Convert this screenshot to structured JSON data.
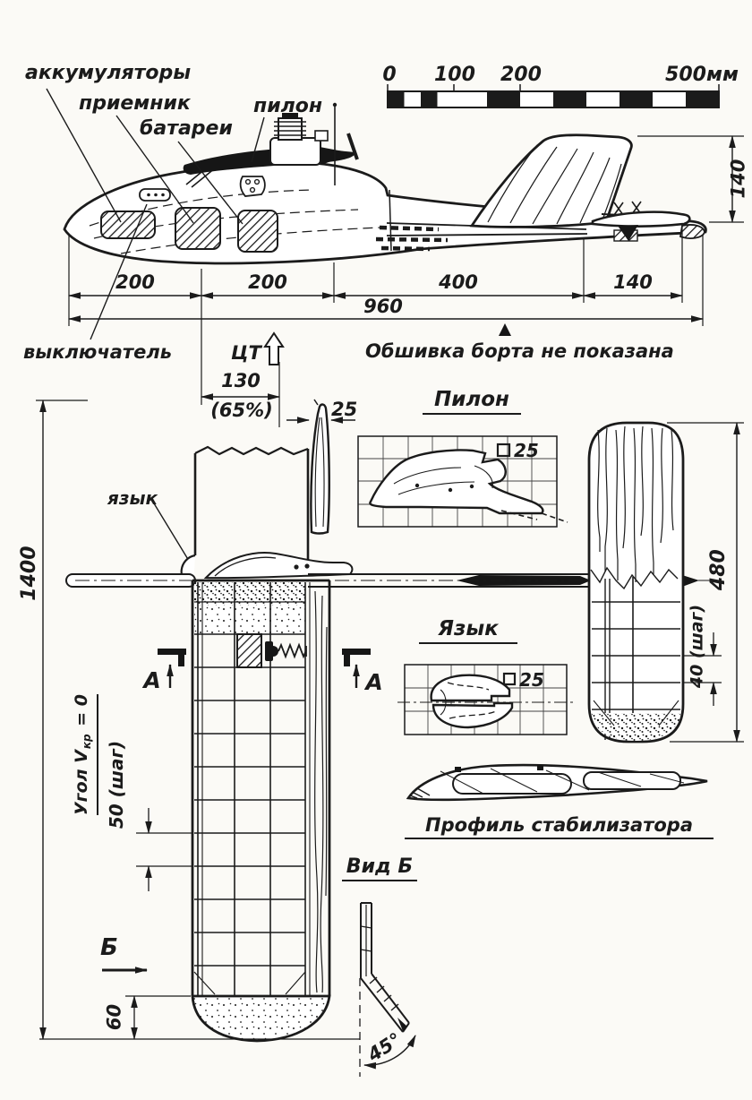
{
  "side_view": {
    "callouts": {
      "accumulators": "аккумуляторы",
      "receiver": "приемник",
      "batteries": "батареи",
      "pylon": "пилон",
      "switch": "выключатель"
    },
    "cg_label": "ЦТ",
    "skin_note": "Обшивка борта не показана",
    "dims": {
      "chain": [
        "200",
        "200",
        "400",
        "140"
      ],
      "total": "960",
      "fin_height": "140",
      "cg_offset": "130",
      "cg_percent": "(65%)",
      "fin_thickness": "25"
    }
  },
  "scale_bar": {
    "labels": [
      "0",
      "100",
      "200",
      "500мм"
    ]
  },
  "plan_view": {
    "callouts": {
      "tongue": "язык"
    },
    "dims": {
      "span": "1400",
      "stab_span": "480",
      "stab_rib_pitch": "40 (шаг)",
      "wing_rib_pitch": "50 (шаг)",
      "tip_height": "60",
      "dihedral_angle": "45°"
    },
    "angle_note": {
      "prefix": "Угол V",
      "sub": "кр",
      "suffix": "= 0"
    },
    "sections": {
      "a": "А",
      "b": "Б"
    }
  },
  "details": {
    "pylon": {
      "title": "Пилон",
      "square_side": "25"
    },
    "tongue": {
      "title": "Язык",
      "square_side": "25"
    },
    "stab_profile": {
      "title": "Профиль стабилизатора"
    },
    "view_b": {
      "title": "Вид Б"
    }
  }
}
